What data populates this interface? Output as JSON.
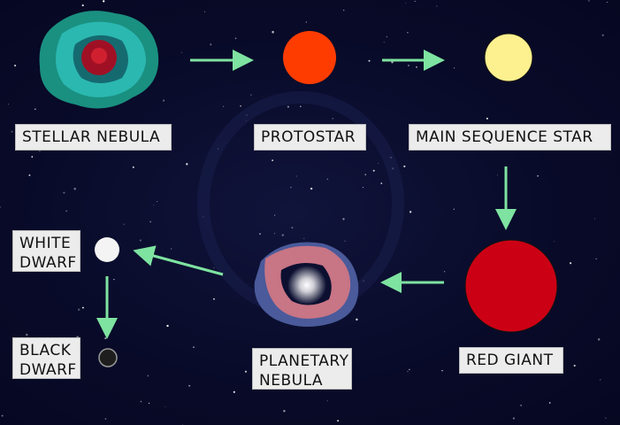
{
  "stages": {
    "stellar_nebula": "STELLAR NEBULA",
    "protostar": "PROTOSTAR",
    "main_sequence": "MAIN SEQUENCE STAR",
    "red_giant": "RED GIANT",
    "planetary_nebula": [
      "PLANETARY",
      "NEBULA"
    ],
    "white_dwarf": [
      "WHITE",
      "DWARF"
    ],
    "black_dwarf": [
      "BLACK",
      "DWARF"
    ]
  },
  "colors": {
    "background": "#080a2a",
    "arrow": "#7ee3a0",
    "protostar": "#ff3c00",
    "main_sequence": "#fdf08f",
    "red_giant": "#cc0015",
    "white_dwarf": "#f4f4f4",
    "black_dwarf": "#1e1e1e"
  }
}
